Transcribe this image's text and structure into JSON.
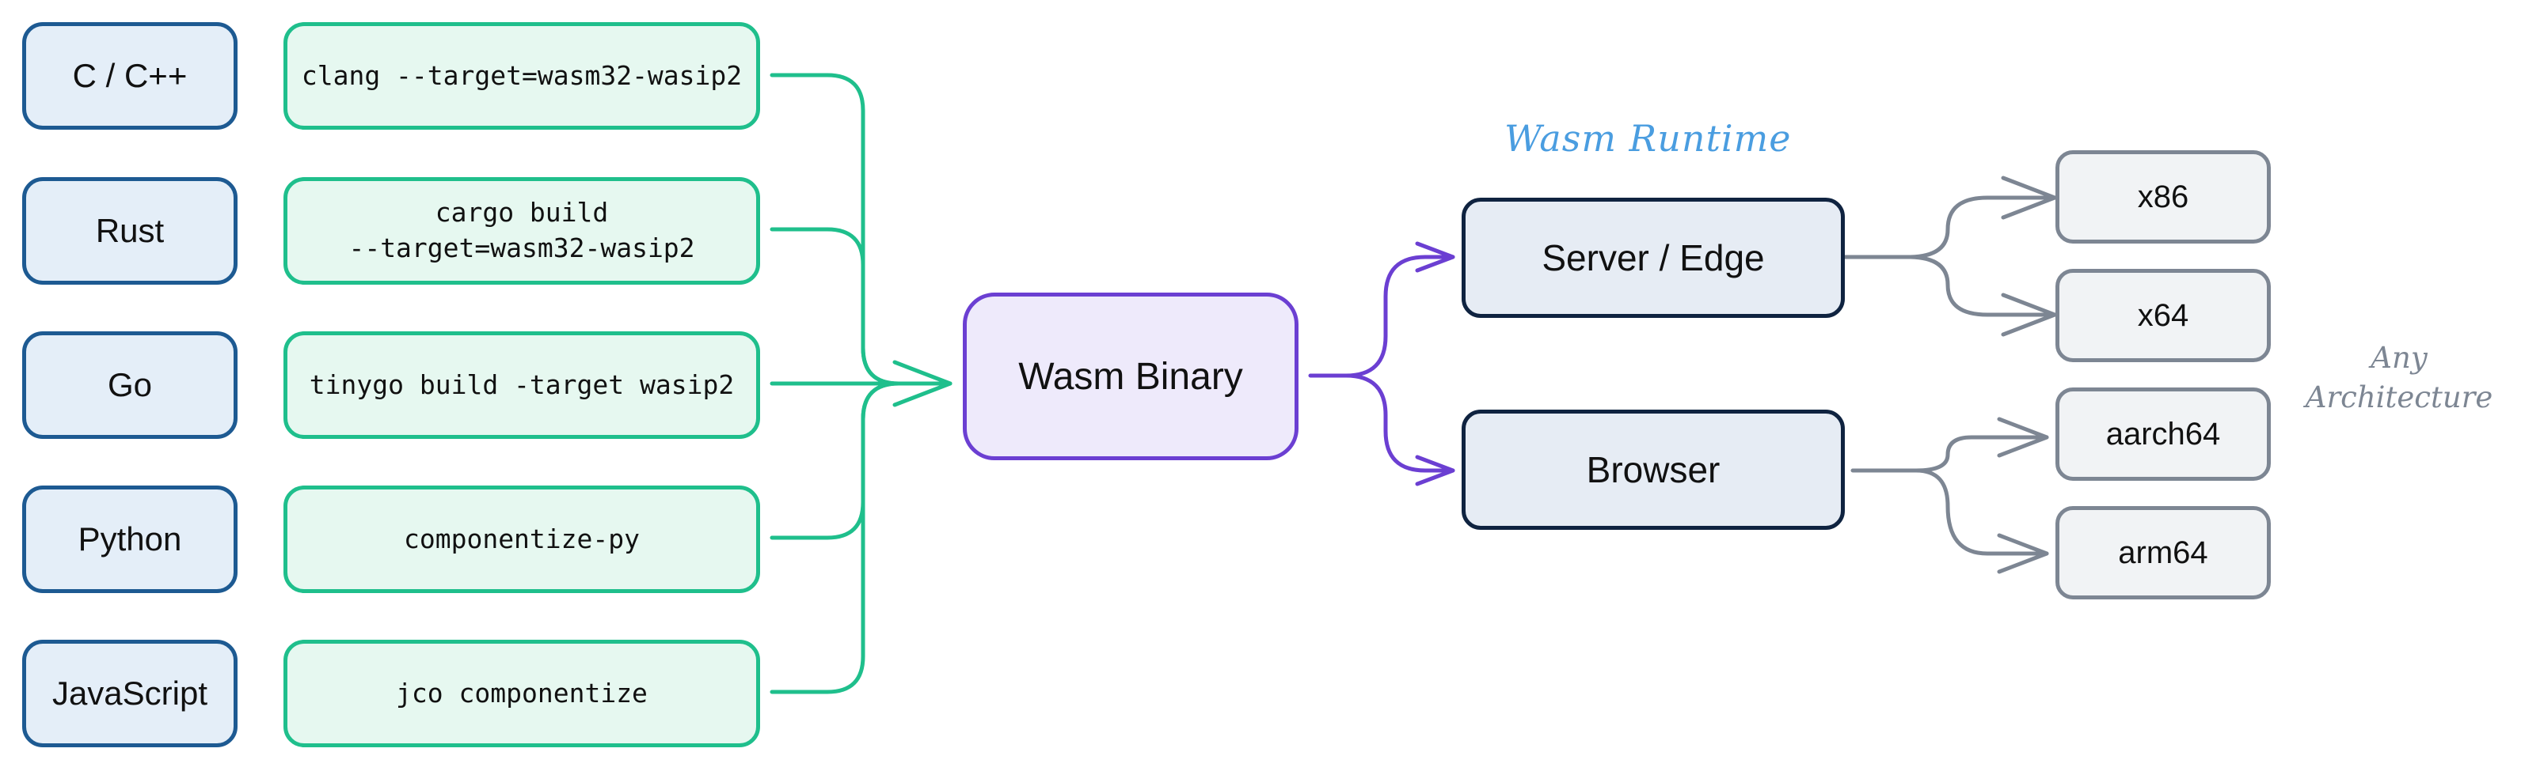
{
  "languages": [
    "C / C++",
    "Rust",
    "Go",
    "Python",
    "JavaScript"
  ],
  "commands": [
    "clang --target=wasm32-wasip2",
    "cargo build\n--target=wasm32-wasip2",
    "tinygo build -target wasip2",
    "componentize-py",
    "jco componentize"
  ],
  "binary_label": "Wasm Binary",
  "runtime_title": "Wasm Runtime",
  "runtimes": [
    "Server / Edge",
    "Browser"
  ],
  "architectures": [
    "x86",
    "x64",
    "aarch64",
    "arm64"
  ],
  "architecture_note": "Any\nArchitecture",
  "colors": {
    "language_border": "#1d5a92",
    "command_border": "#1fbf8c",
    "binary_border": "#6b3fd2",
    "runtime_border": "#0f2340",
    "arch_border": "#7d8693",
    "runtime_title": "#4a9de0"
  }
}
